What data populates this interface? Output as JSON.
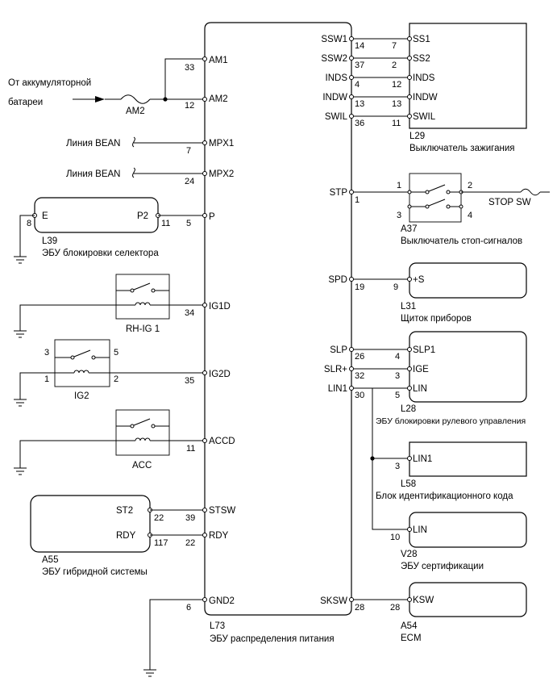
{
  "main_ecu": {
    "code": "L73",
    "name": "ЭБУ распределения питания",
    "pins_left": {
      "am1": {
        "name": "AM1",
        "num": "33"
      },
      "am2": {
        "name": "AM2",
        "num": "12"
      },
      "mpx1": {
        "name": "MPX1",
        "num": "7"
      },
      "mpx2": {
        "name": "MPX2",
        "num": "24"
      },
      "p": {
        "name": "P",
        "num": "5"
      },
      "ig1d": {
        "name": "IG1D",
        "num": "34"
      },
      "ig2d": {
        "name": "IG2D",
        "num": "35"
      },
      "accd": {
        "name": "ACCD",
        "num": "11"
      },
      "stsw": {
        "name": "STSW",
        "num": "39"
      },
      "rdy": {
        "name": "RDY",
        "num": "22"
      },
      "gnd2": {
        "name": "GND2",
        "num": "6"
      }
    },
    "pins_right": {
      "ssw1": {
        "name": "SSW1",
        "num": "14"
      },
      "ssw2": {
        "name": "SSW2",
        "num": "37"
      },
      "inds": {
        "name": "INDS",
        "num": "4"
      },
      "indw": {
        "name": "INDW",
        "num": "13"
      },
      "swil": {
        "name": "SWIL",
        "num": "36"
      },
      "stp": {
        "name": "STP",
        "num": "1"
      },
      "spd": {
        "name": "SPD",
        "num": "19"
      },
      "slp": {
        "name": "SLP",
        "num": "26"
      },
      "slr": {
        "name": "SLR+",
        "num": "32"
      },
      "lin1": {
        "name": "LIN1",
        "num": "30"
      },
      "sksw": {
        "name": "SKSW",
        "num": "28"
      }
    }
  },
  "battery": {
    "line1": "От аккумуляторной",
    "line2": "батареи",
    "fuse": "AM2"
  },
  "bean": {
    "label1": "Линия BEAN",
    "label2": "Линия BEAN"
  },
  "l39": {
    "code": "L39",
    "name": "ЭБУ блокировки селектора",
    "pin_e": "E",
    "pin_e_num": "8",
    "pin_p2": "P2",
    "pin_p2_num": "11"
  },
  "relay_ig1": {
    "name": "RH-IG 1"
  },
  "relay_ig2": {
    "name": "IG2",
    "p3": "3",
    "p5": "5",
    "p1": "1",
    "p2": "2"
  },
  "relay_acc": {
    "name": "ACC"
  },
  "a55": {
    "code": "A55",
    "name": "ЭБУ гибридной системы",
    "pin_st2": "ST2",
    "pin_st2_num": "22",
    "pin_rdy": "RDY",
    "pin_rdy_num": "117"
  },
  "l29": {
    "code": "L29",
    "name": "Выключатель зажигания",
    "pins": [
      {
        "num": "7",
        "name": "SS1"
      },
      {
        "num": "2",
        "name": "SS2"
      },
      {
        "num": "12",
        "name": "INDS"
      },
      {
        "num": "13",
        "name": "INDW"
      },
      {
        "num": "11",
        "name": "SWIL"
      }
    ]
  },
  "a37": {
    "code": "A37",
    "name": "Выключатель стоп-сигналов",
    "p1": "1",
    "p2": "2",
    "p3": "3",
    "p4": "4",
    "stop": "STOP SW"
  },
  "l31": {
    "code": "L31",
    "name": "Щиток приборов",
    "pin": "+S",
    "pin_num": "9"
  },
  "l28": {
    "code": "L28",
    "name": "ЭБУ блокировки рулевого управления",
    "pins": [
      {
        "num": "4",
        "name": "SLP1"
      },
      {
        "num": "3",
        "name": "IGE"
      },
      {
        "num": "5",
        "name": "LIN"
      }
    ]
  },
  "l58": {
    "code": "L58",
    "name": "Блок идентификационного кода",
    "pin": "LIN1",
    "pin_num": "3"
  },
  "v28": {
    "code": "V28",
    "name": "ЭБУ сертификации",
    "pin": "LIN",
    "pin_num": "10"
  },
  "a54": {
    "code": "A54",
    "name": "ECM",
    "pin": "KSW",
    "pin_num": "28"
  }
}
